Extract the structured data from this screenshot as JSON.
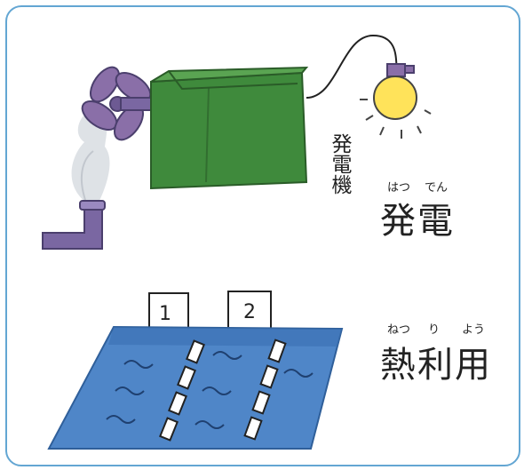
{
  "generator_label": "発電機",
  "power": {
    "title": "発電",
    "ruby": [
      "はつ",
      "でん"
    ]
  },
  "heat": {
    "title": "熱利用",
    "ruby": [
      "ねつ",
      "り",
      "よう"
    ]
  },
  "tanks": [
    "1",
    "2"
  ],
  "colors": {
    "frame": "#63a6d3",
    "generator": "#3f8a3c",
    "fan": "#8a6fa8",
    "bulb": "#ffe35a",
    "water": "#4f86c8"
  }
}
